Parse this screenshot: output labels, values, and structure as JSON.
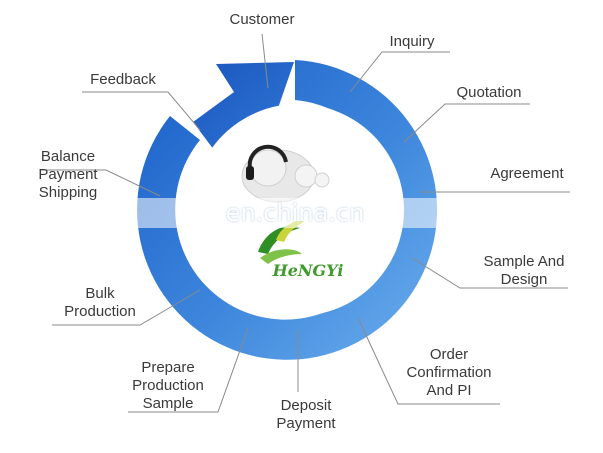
{
  "steps": {
    "customer": "Customer",
    "inquiry": "Inquiry",
    "quotation": "Quotation",
    "agreement": "Agreement",
    "sample_design": "Sample And\nDesign",
    "order_confirmation": "Order\nConfirmation\nAnd PI",
    "deposit_payment": "Deposit\nPayment",
    "prepare_production_sample": "Prepare\nProduction\nSample",
    "bulk_production": "Bulk\nProduction",
    "balance_payment_shipping": "Balance\nPayment\nShipping",
    "feedback": "Feedback"
  },
  "watermark": "en.china.cn",
  "logo_text": "HeNGYi",
  "colors": {
    "ring_light": "#5aa2e8",
    "ring_dark": "#1a5ec7",
    "leader_line": "#8a8a8a",
    "label_text": "#3a3a3a",
    "logo_green": "#3f9a2c"
  }
}
